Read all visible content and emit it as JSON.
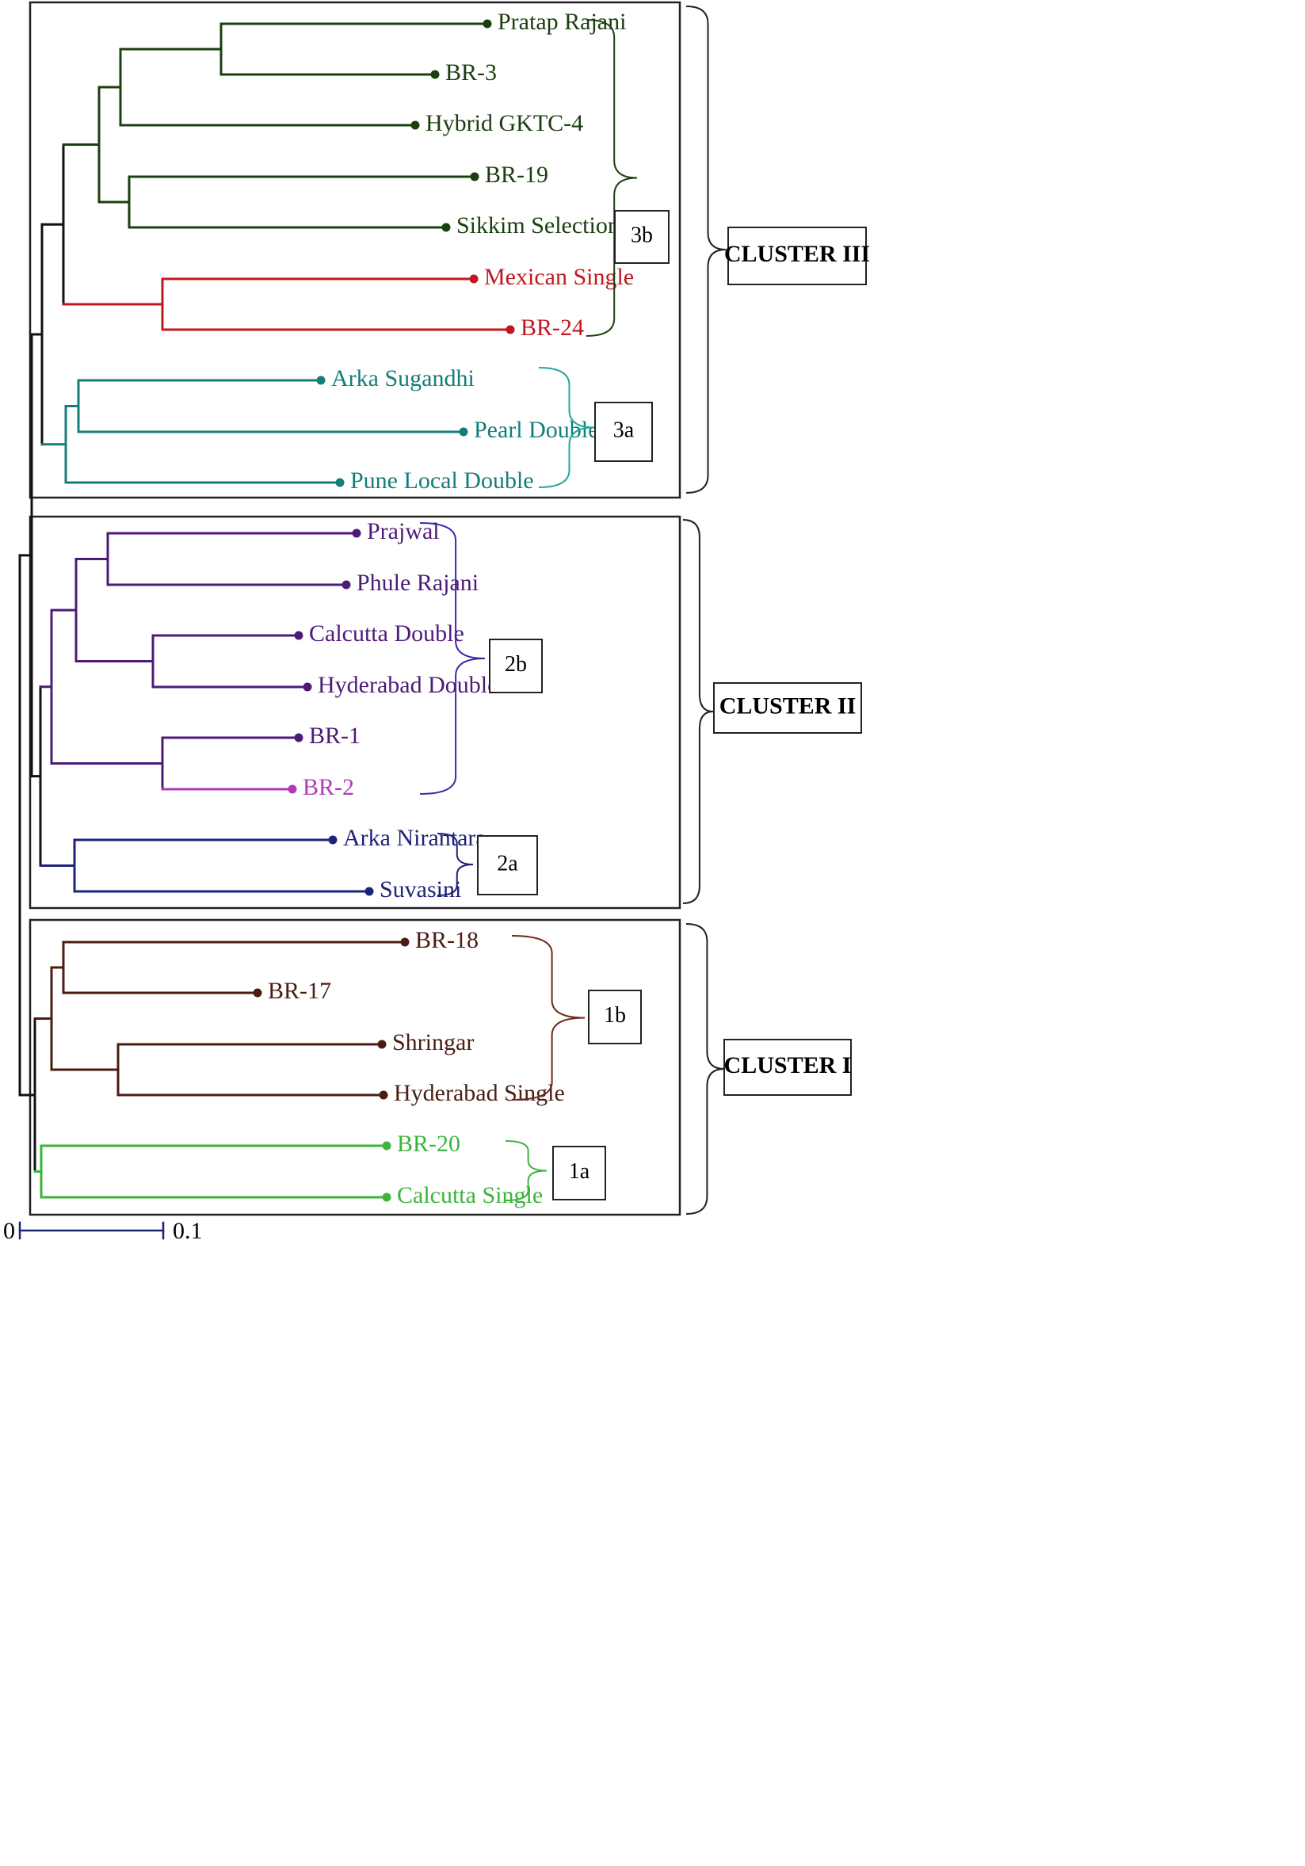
{
  "leaves": [
    {
      "id": "pratap",
      "label": "Pratap Rajani",
      "color": "#1b4010"
    },
    {
      "id": "br3",
      "label": "BR-3",
      "color": "#1b4010"
    },
    {
      "id": "gktc",
      "label": "Hybrid GKTC-4",
      "color": "#1b4010"
    },
    {
      "id": "br19",
      "label": "BR-19",
      "color": "#1b4010"
    },
    {
      "id": "sikkim",
      "label": "Sikkim Selection",
      "color": "#1b4010"
    },
    {
      "id": "mexican",
      "label": "Mexican Single",
      "color": "#c0181e"
    },
    {
      "id": "br24",
      "label": "BR-24",
      "color": "#c0181e"
    },
    {
      "id": "arkasug",
      "label": "Arka Sugandhi",
      "color": "#147d7a"
    },
    {
      "id": "pearl",
      "label": "Pearl Double",
      "color": "#147d7a"
    },
    {
      "id": "pune",
      "label": "Pune Local Double",
      "color": "#147d7a"
    },
    {
      "id": "prajwal",
      "label": "Prajwal",
      "color": "#4e1a78"
    },
    {
      "id": "phule",
      "label": "Phule Rajani",
      "color": "#4e1a78"
    },
    {
      "id": "caldouble",
      "label": "Calcutta Double",
      "color": "#4e1a78"
    },
    {
      "id": "hyddouble",
      "label": "Hyderabad Double",
      "color": "#4e1a78"
    },
    {
      "id": "br1",
      "label": "BR-1",
      "color": "#4e1a78"
    },
    {
      "id": "br2",
      "label": "BR-2",
      "color": "#b23ab8"
    },
    {
      "id": "arkanir",
      "label": "Arka Nirantara",
      "color": "#1d2379"
    },
    {
      "id": "suvasini",
      "label": "Suvasini",
      "color": "#1d2379"
    },
    {
      "id": "br18",
      "label": "BR-18",
      "color": "#4a1d12"
    },
    {
      "id": "br17",
      "label": "BR-17",
      "color": "#4a1d12"
    },
    {
      "id": "shringar",
      "label": "Shringar",
      "color": "#4a1d12"
    },
    {
      "id": "hydsingle",
      "label": "Hyderabad Single",
      "color": "#4a1d12"
    },
    {
      "id": "br20",
      "label": "BR-20",
      "color": "#3cb43c"
    },
    {
      "id": "calsingle",
      "label": "Calcutta Single",
      "color": "#3cb43c"
    }
  ],
  "subclusters": [
    {
      "id": "3b",
      "label": "3b",
      "color": "#1b4010"
    },
    {
      "id": "3a",
      "label": "3a",
      "color": "#1fa89c"
    },
    {
      "id": "2b",
      "label": "2b",
      "color": "#3b2aa8"
    },
    {
      "id": "2a",
      "label": "2a",
      "color": "#1d2379"
    },
    {
      "id": "1b",
      "label": "1b",
      "color": "#6b2a1a"
    },
    {
      "id": "1a",
      "label": "1a",
      "color": "#3cb43c"
    }
  ],
  "clusters": [
    {
      "id": "III",
      "label": "CLUSTER III"
    },
    {
      "id": "II",
      "label": "CLUSTER II"
    },
    {
      "id": "I",
      "label": "CLUSTER I"
    }
  ],
  "scale_bar": {
    "start_label": "0",
    "end_label": "0.1",
    "color": "#1d2379"
  },
  "line_color": "#111111"
}
